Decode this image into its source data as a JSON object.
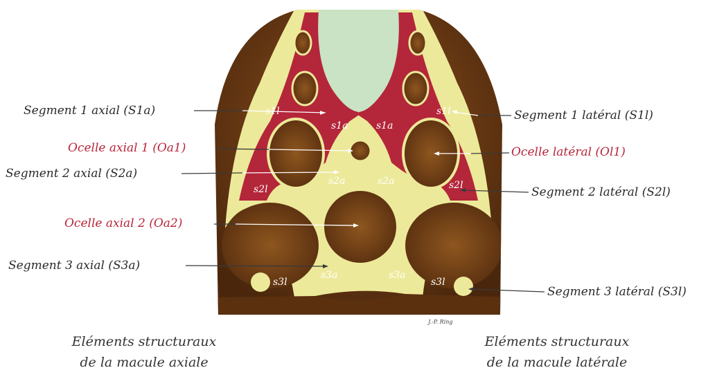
{
  "labels": {
    "s1a": "Segment 1 axial (S1a)",
    "oa1": "Ocelle axial 1 (Oa1)",
    "s2a": "Segment 2 axial  (S2a)",
    "oa2": "Ocelle axial 2 (Oa2)",
    "s3a": "Segment 3 axial (S3a)",
    "s1l": "Segment 1 latéral  (S1l)",
    "ol1": "Ocelle latéral (Ol1)",
    "s2l": "Segment 2 latéral  (S2l)",
    "s3l": "Segment 3 latéral  (S3l)"
  },
  "inner_labels": {
    "s1l": "s1l",
    "s1a": "s1a",
    "s2a": "s2a",
    "s2l": "s2l",
    "s3a": "s3a",
    "s3l": "s3l"
  },
  "captions": {
    "axial_line1": "Eléments structuraux",
    "axial_line2": "de la macule axiale",
    "lateral_line1": "Eléments structuraux",
    "lateral_line2": "de la macule latérale"
  },
  "credit": "J.-P. Ring",
  "colors": {
    "brown": "#5a300f",
    "brown_light": "#7a4519",
    "yellow": "#ede99a",
    "red": "#b4263a",
    "mint": "#c9e3c4",
    "label_red": "#b8243a"
  }
}
